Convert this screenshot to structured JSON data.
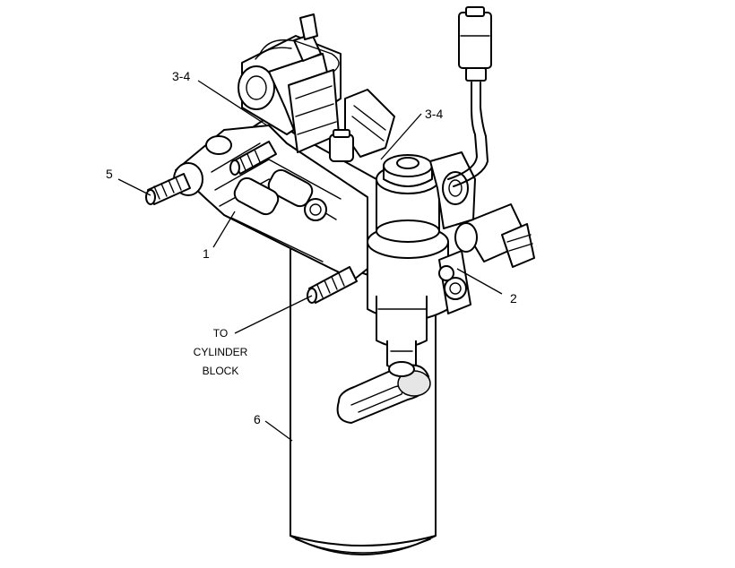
{
  "callouts": {
    "c1": "1",
    "c2": "2",
    "c3_left": "3-4",
    "c3_right": "3-4",
    "c5": "5",
    "c6": "6"
  },
  "note": {
    "line1": "TO",
    "line2": "CYLINDER",
    "line3": "BLOCK"
  }
}
